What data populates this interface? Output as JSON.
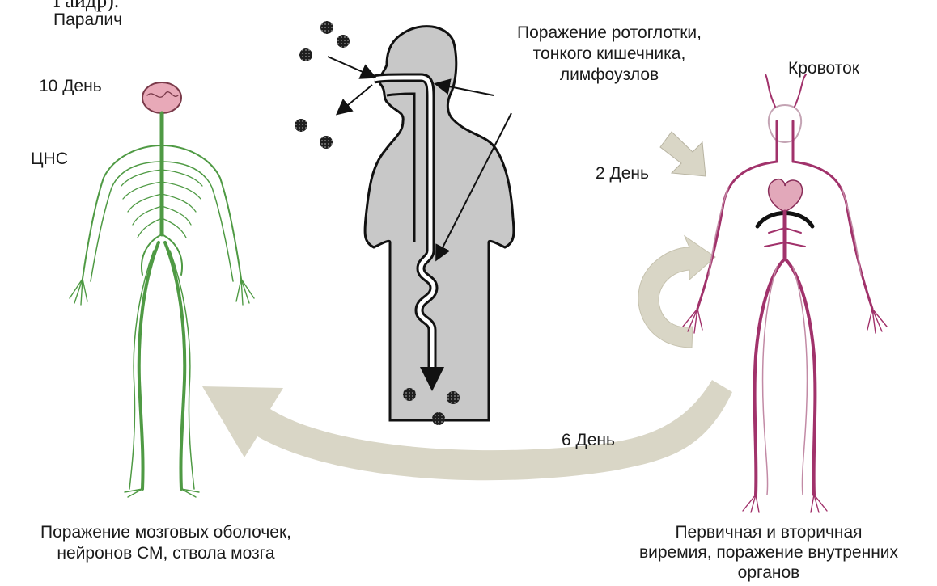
{
  "labels": {
    "top_cut": "Гайдр).",
    "paralysis": "Паралич",
    "day10": "10 День",
    "cns": "ЦНС",
    "pharynx_1": "Поражение ротоглотки,",
    "pharynx_2": "тонкого кишечника,",
    "pharynx_3": "лимфоузлов",
    "bloodstream": "Кровоток",
    "day2": "2 День",
    "day6": "6 День",
    "meninges_1": "Поражение мозговых оболочек,",
    "meninges_2": "нейронов СМ, ствола мозга",
    "viremia_1": "Первичная и вторичная",
    "viremia_2": "виремия, поражение внутренних",
    "viremia_3": "органов"
  },
  "colors": {
    "nervous_system": "#4f9a44",
    "vessels": "#a1326b",
    "body_silhouette": "#c8c8c8",
    "arrow_fill": "#d9d6c6",
    "brain": "#e8a9b8",
    "virus": "#222222"
  },
  "icons": [
    "virus-particle-icon",
    "brain-icon",
    "heart-icon"
  ]
}
